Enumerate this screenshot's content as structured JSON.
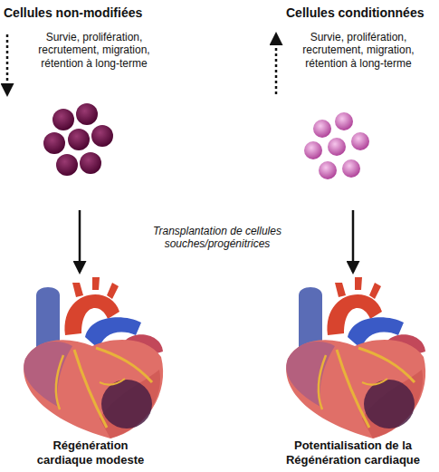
{
  "diagram": {
    "labels": [
      "Cellules non-modifiées",
      "Cellules conditionnées",
      "Survie, prolifération, recrutement, migration, rétention à long-terme",
      "Survie, prolifération, recrutement, migration, rétention à long-terme",
      "Transplantation de cellules souches/progénitrices",
      "Régénération cardiaque modeste",
      "Potentialisation de la Régénération cardiaque"
    ]
  }
}
